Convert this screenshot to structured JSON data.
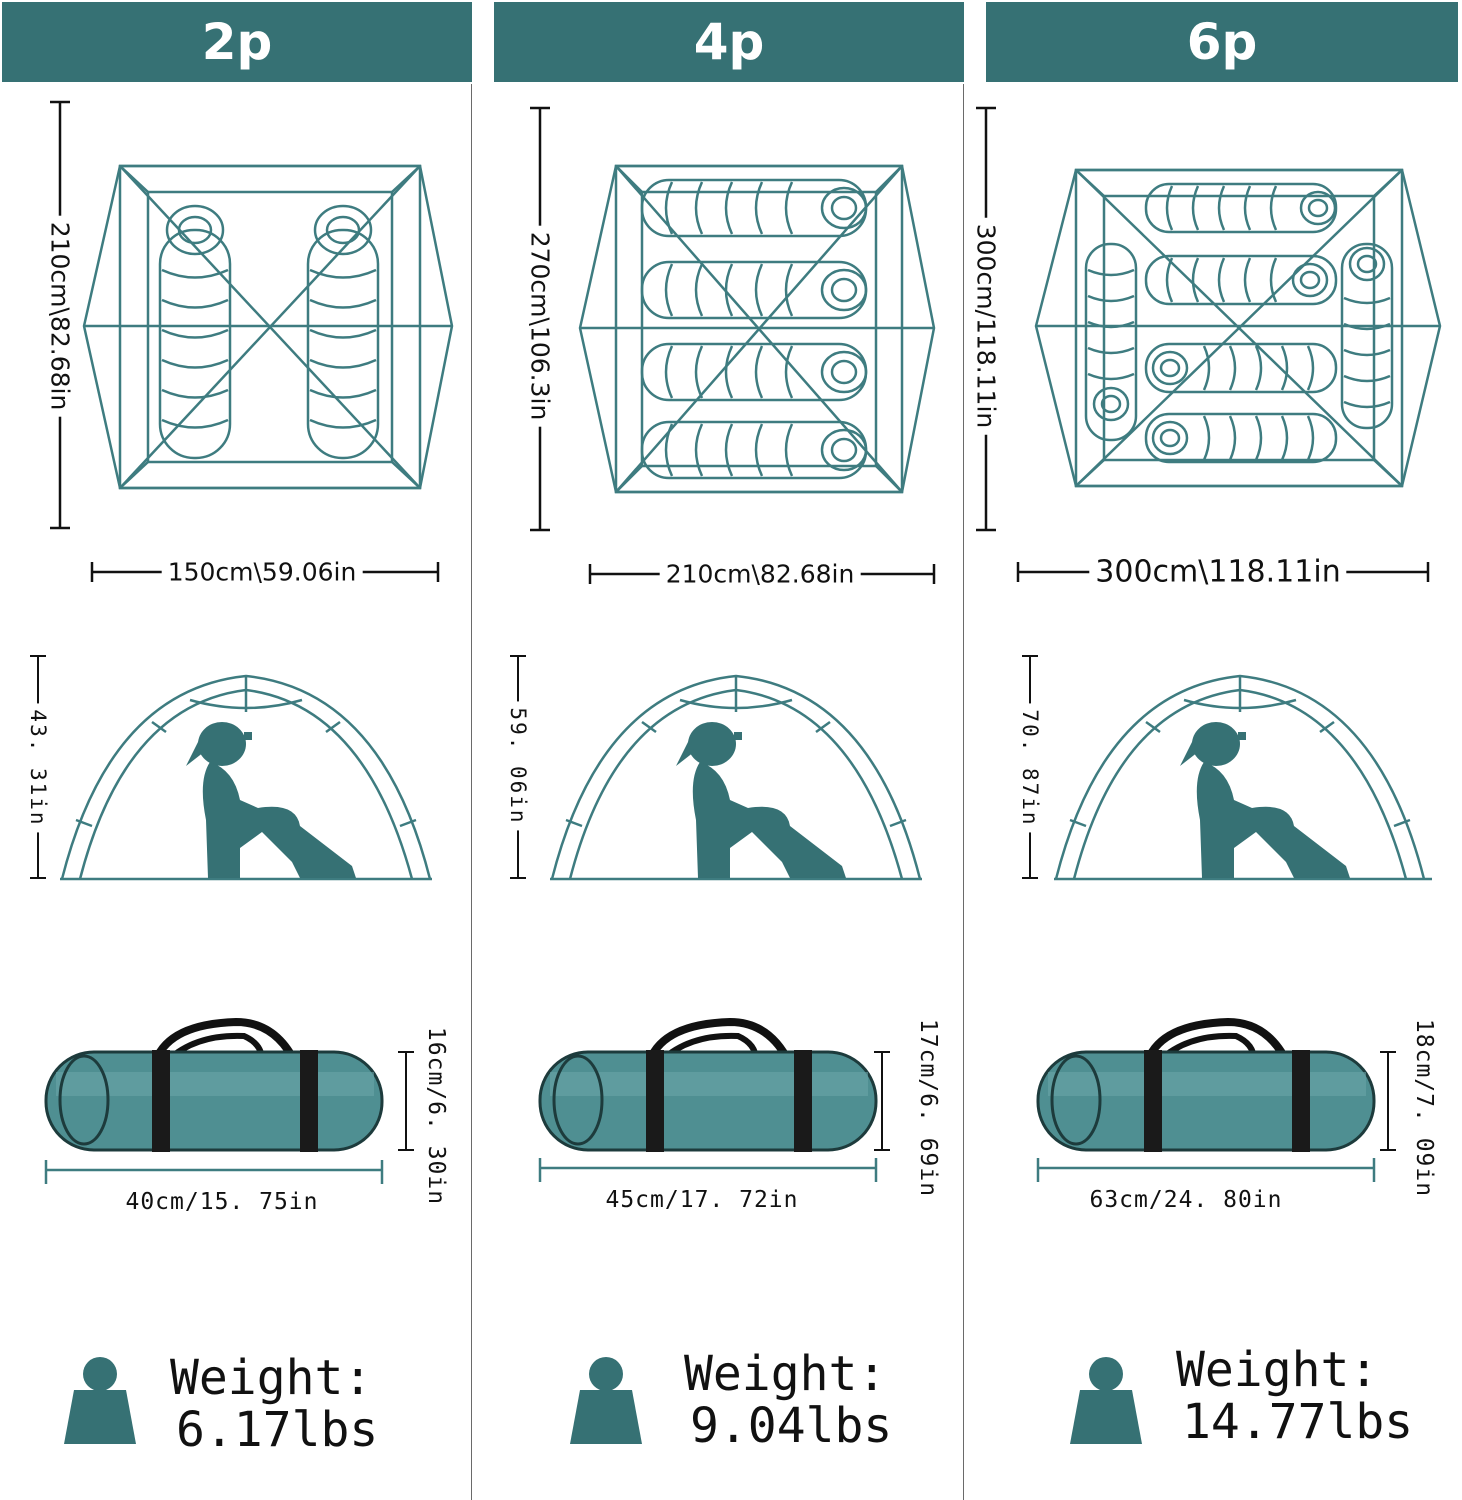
{
  "colors": {
    "teal": "#367174",
    "line": "#3e7c80",
    "bag": "#4f8f92",
    "strap": "#1a1a1a"
  },
  "columns": [
    {
      "label": "2p",
      "floor_length": "210cm\\82.68in",
      "floor_width": "150cm\\59.06in",
      "height": "43. 31in",
      "bag_height": "16cm/6. 30in",
      "bag_length": "40cm/15. 75in",
      "weight_label": "Weight:",
      "weight_value": "6.17lbs",
      "sleepers": 2
    },
    {
      "label": "4p",
      "floor_length": "270cm\\106.3in",
      "floor_width": "210cm\\82.68in",
      "height": "59. 06in",
      "bag_height": "17cm/6. 69in",
      "bag_length": "45cm/17. 72in",
      "weight_label": "Weight:",
      "weight_value": "9.04lbs",
      "sleepers": 4
    },
    {
      "label": "6p",
      "floor_length": "300cm/118.11in",
      "floor_width": "300cm\\118.11in",
      "height": "70. 87in",
      "bag_height": "18cm/7. 09in",
      "bag_length": "63cm/24. 80in",
      "weight_label": "Weight:",
      "weight_value": "14.77lbs",
      "sleepers": 6
    }
  ],
  "icons": {
    "floor_plan": "tent-floor-plan-icon",
    "side_view": "tent-side-view-icon",
    "person": "sitting-person-icon",
    "bag": "carry-bag-icon",
    "weight": "weight-icon"
  }
}
